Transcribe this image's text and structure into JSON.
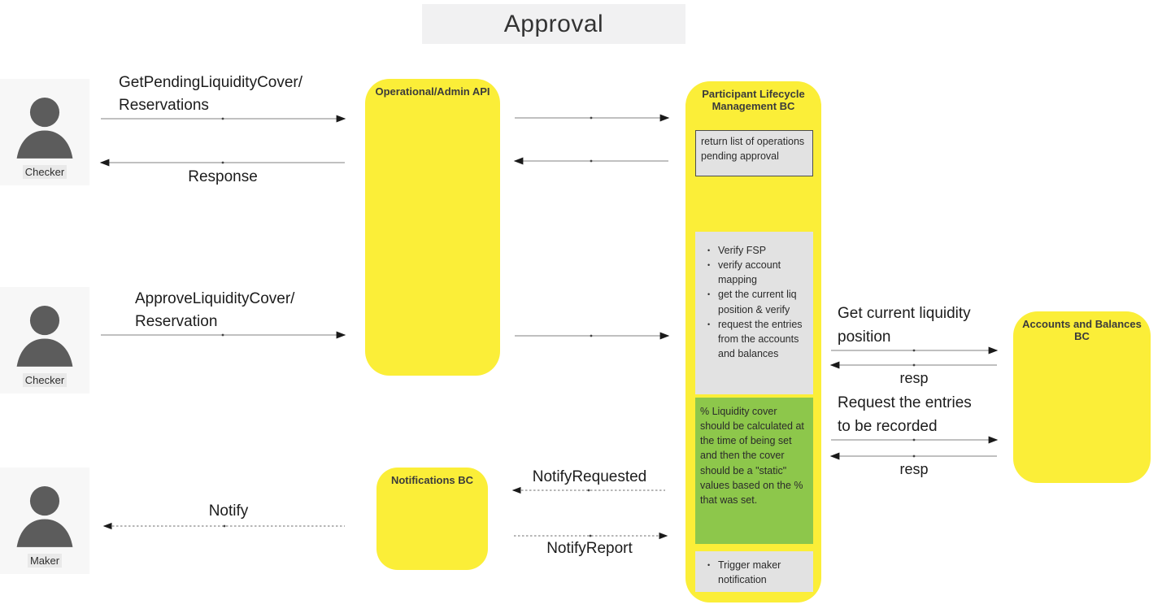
{
  "title": "Approval",
  "colors": {
    "component_yellow": "#fbee38",
    "note_green": "#8dc74b",
    "note_gray": "#e2e2e2",
    "title_bg": "#f1f1f2",
    "actor_bg": "#f7f7f7",
    "actor_icon": "#5c5c5c"
  },
  "actors": [
    {
      "label": "Checker"
    },
    {
      "label": "Checker"
    },
    {
      "label": "Maker"
    }
  ],
  "components": {
    "api": {
      "title": "Operational/Admin API"
    },
    "plm": {
      "title_line1": "Participant Lifecycle",
      "title_line2": "Management BC"
    },
    "notifications": {
      "title": "Notifications BC"
    },
    "accounts": {
      "title_line1": "Accounts and Balances",
      "title_line2": "BC"
    }
  },
  "notes": {
    "return_list": "return list of operations pending approval",
    "checks": [
      "Verify FSP",
      "verify account mapping",
      "get the current liq position & verify",
      "request the entries from the accounts and balances"
    ],
    "liquidity_cover": "% Liquidity cover should be calculated at the time of being set and then the cover should be a \"static\" values based on the % that was set.",
    "trigger": [
      "Trigger maker notification"
    ]
  },
  "messages": {
    "get_pending_line1": "GetPendingLiquidityCover/",
    "get_pending_line2": "Reservations",
    "response": "Response",
    "approve_line1": "ApproveLiquidityCover/",
    "approve_line2": "Reservation",
    "notify": "Notify",
    "notify_requested": "NotifyRequested",
    "notify_report": "NotifyReport",
    "get_liq_line1": "Get current liquidity",
    "get_liq_line2": "position",
    "resp1": "resp",
    "request_entries_line1": "Request the entries",
    "request_entries_line2": "to be recorded",
    "resp2": "resp"
  }
}
